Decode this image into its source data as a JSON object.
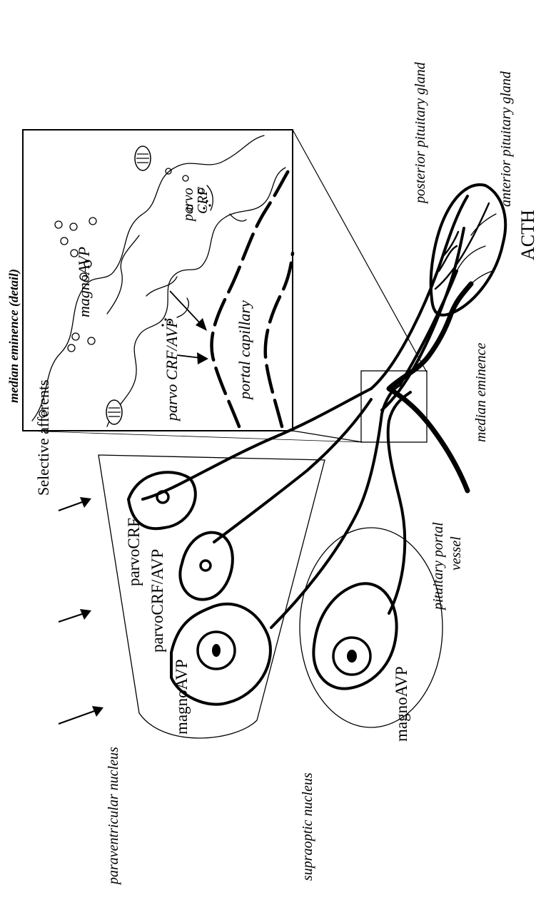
{
  "labels": {
    "selective_afferents": "Selective afferents",
    "parvo_crf": "parvoCRF",
    "parvo_crf_avp": "parvoCRF/AVP",
    "magno_avp_pvn": "magnoAVP",
    "magno_avp_son": "magnoAVP",
    "paraventricular_nucleus": "paraventricular nucleus",
    "supraoptic_nucleus": "supraoptic nucleus",
    "pituitary_portal_vessel_line1": "pituitary portal",
    "pituitary_portal_vessel_line2": "vessel",
    "median_eminence": "median eminence",
    "posterior_pituitary_gland": "posterior pituitary gland",
    "anterior_pituitary_gland": "anterior pituitary gland",
    "acth": "ACTH",
    "median_eminence_detail": "median eminence (detail)",
    "detail_magno_avp": "magnoAVP",
    "detail_parvo_crf_avp": "parvo CRF/AVP",
    "detail_parvo_crf_line1": "parvo",
    "detail_parvo_crf_line2": "CRF",
    "portal_capillary": "portal capillary"
  },
  "colors": {
    "ink": "#000000",
    "paper": "#ffffff"
  }
}
